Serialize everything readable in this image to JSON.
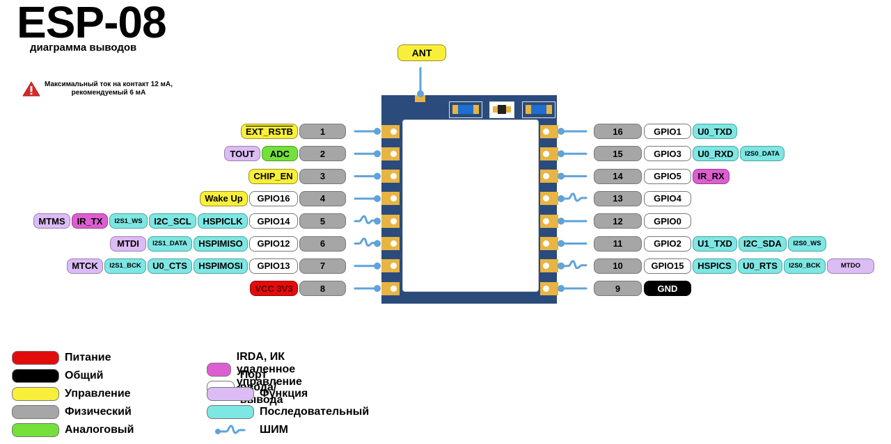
{
  "header": {
    "title": "ESP-08",
    "subtitle": "диаграмма выводов",
    "warning_icon": "warning-triangle-icon",
    "warning_line1": "Максимальный ток на контакт 12 мА,",
    "warning_line2": "рекомендуемый 6 мА"
  },
  "antenna": {
    "label": "ANT",
    "category": "control"
  },
  "colors": {
    "power": "#e30c0c",
    "ground": "#000000",
    "control": "#f8ef3a",
    "physical": "#a6a6a6",
    "analog": "#74e03a",
    "irda": "#dd5ed0",
    "io": "#ffffff",
    "function": "#dcbcf5",
    "serial": "#7ee6e3",
    "pcb": "#2a4b7c",
    "pad": "#e8b443",
    "line": "#5fa3d9"
  },
  "left_pins": [
    {
      "number": "1",
      "pwm": false,
      "labels": [
        {
          "text": "EXT_RSTB",
          "cat": "control",
          "overline": true
        }
      ]
    },
    {
      "number": "2",
      "pwm": false,
      "labels": [
        {
          "text": "ADC",
          "cat": "analog"
        },
        {
          "text": "TOUT",
          "cat": "function"
        }
      ]
    },
    {
      "number": "3",
      "pwm": false,
      "labels": [
        {
          "text": "CHIP_EN",
          "cat": "control"
        }
      ]
    },
    {
      "number": "4",
      "pwm": false,
      "labels": [
        {
          "text": "GPIO16",
          "cat": "io"
        },
        {
          "text": "Wake Up",
          "cat": "control"
        }
      ]
    },
    {
      "number": "5",
      "pwm": true,
      "labels": [
        {
          "text": "GPIO14",
          "cat": "io"
        },
        {
          "text": "HSPICLK",
          "cat": "serial"
        },
        {
          "text": "I2C_SCL",
          "cat": "serial"
        },
        {
          "text": "I2S1_WS",
          "cat": "serial",
          "small": true
        },
        {
          "text": "IR_TX",
          "cat": "irda"
        },
        {
          "text": "MTMS",
          "cat": "function"
        }
      ]
    },
    {
      "number": "6",
      "pwm": true,
      "labels": [
        {
          "text": "GPIO12",
          "cat": "io"
        },
        {
          "text": "HSPIMISO",
          "cat": "serial"
        },
        {
          "text": "I2S1_DATA",
          "cat": "serial",
          "small": true
        },
        {
          "text": "MTDI",
          "cat": "function"
        }
      ]
    },
    {
      "number": "7",
      "pwm": false,
      "labels": [
        {
          "text": "GPIO13",
          "cat": "io"
        },
        {
          "text": "HSPIMOSI",
          "cat": "serial"
        },
        {
          "text": "U0_CTS",
          "cat": "serial"
        },
        {
          "text": "I2S1_BCK",
          "cat": "serial",
          "small": true
        },
        {
          "text": "MTCK",
          "cat": "function"
        }
      ]
    },
    {
      "number": "8",
      "pwm": false,
      "labels": [
        {
          "text": "VCC 3V3",
          "cat": "power"
        }
      ]
    }
  ],
  "right_pins": [
    {
      "number": "16",
      "pwm": false,
      "labels": [
        {
          "text": "GPIO1",
          "cat": "io"
        },
        {
          "text": "U0_TXD",
          "cat": "serial"
        }
      ]
    },
    {
      "number": "15",
      "pwm": false,
      "labels": [
        {
          "text": "GPIO3",
          "cat": "io"
        },
        {
          "text": "U0_RXD",
          "cat": "serial"
        },
        {
          "text": "I2S0_DATA",
          "cat": "serial",
          "small": true
        }
      ]
    },
    {
      "number": "14",
      "pwm": false,
      "labels": [
        {
          "text": "GPIO5",
          "cat": "io"
        },
        {
          "text": "IR_RX",
          "cat": "irda"
        }
      ]
    },
    {
      "number": "13",
      "pwm": true,
      "labels": [
        {
          "text": "GPIO4",
          "cat": "io"
        }
      ]
    },
    {
      "number": "12",
      "pwm": false,
      "labels": [
        {
          "text": "GPIO0",
          "cat": "io"
        }
      ]
    },
    {
      "number": "11",
      "pwm": false,
      "labels": [
        {
          "text": "GPIO2",
          "cat": "io"
        },
        {
          "text": "U1_TXD",
          "cat": "serial"
        },
        {
          "text": "I2C_SDA",
          "cat": "serial"
        },
        {
          "text": "I2S0_WS",
          "cat": "serial",
          "small": true
        }
      ]
    },
    {
      "number": "10",
      "pwm": true,
      "labels": [
        {
          "text": "GPIO15",
          "cat": "io"
        },
        {
          "text": "HSPICS",
          "cat": "serial"
        },
        {
          "text": "U0_RTS",
          "cat": "serial"
        },
        {
          "text": "I2S0_BCK",
          "cat": "serial",
          "small": true
        },
        {
          "text": "MTDO",
          "cat": "function",
          "small": true
        }
      ]
    },
    {
      "number": "9",
      "pwm": false,
      "labels": [
        {
          "text": "GND",
          "cat": "ground"
        }
      ]
    }
  ],
  "legend": {
    "items": [
      {
        "label": "Питание",
        "cat": "power"
      },
      {
        "label": "Общий",
        "cat": "ground"
      },
      {
        "label": "Управление",
        "cat": "control"
      },
      {
        "label": "Физический",
        "cat": "physical"
      },
      {
        "label": "Аналоговый",
        "cat": "analog"
      },
      {
        "label": "IRDA, ИК удаленное управление",
        "cat": "irda"
      },
      {
        "label": "Порт ввода/вывода",
        "cat": "io"
      },
      {
        "label": "Функция",
        "cat": "function"
      },
      {
        "label": "Последовательный",
        "cat": "serial"
      },
      {
        "label": "ШИМ",
        "cat": "pwm"
      }
    ]
  }
}
